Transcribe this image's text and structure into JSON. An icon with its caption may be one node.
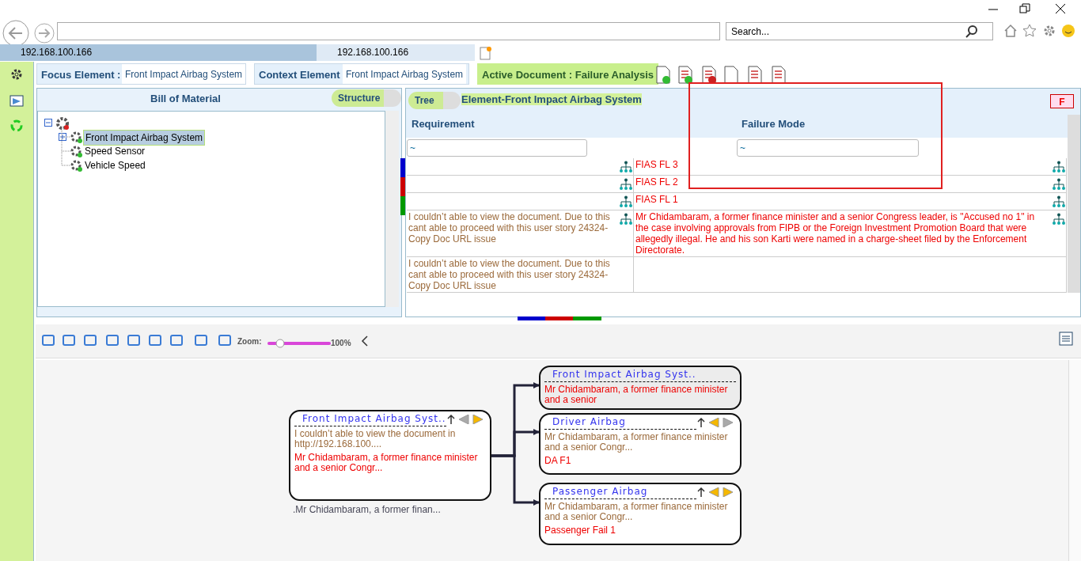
{
  "diagram": {
    "nodes": [
      {
        "text": [
          "Front Impact Airbag Syst..",
          "I couldn’t able to view the document in http://192.168.100....",
          "Mr Chidambaram, a former finance minister and a senior Congr..."
        ],
        "beside": [
          ".Mr Chidambaram, a former finan..."
        ]
      },
      {
        "text": [
          "Front Impact Airbag Syst..",
          "Mr Chidambaram, a former finance minister and a senior"
        ]
      },
      {
        "text": [
          "Driver Airbag",
          "Mr Chidambaram, a former finance minister and a senior Congr...",
          "DA F1"
        ]
      },
      {
        "text": [
          "Passenger Airbag",
          "Mr Chidambaram, a former finance minister and a senior Congr...",
          "Passenger Fail 1"
        ]
      }
    ],
    "edges": [
      {
        "from": 0,
        "to": 1,
        "arrow": "to"
      },
      {
        "from": 0,
        "to": 2,
        "arrow": "to"
      },
      {
        "from": 0,
        "to": 3,
        "arrow": "to"
      }
    ],
    "labels": [
      "192.168.100.166",
      "192.168.100.166",
      "Search...",
      "Focus Element :",
      "Front Impact Airbag System",
      "Context Element",
      "Front Impact Airbag System",
      "Active Document : Failure Analysis",
      "Bill of Material",
      "Structure",
      "Front Impact Airbag System",
      "Speed Sensor",
      "Vehicle Speed",
      "Tree",
      "Element-Front Impact Airbag System",
      "F",
      "Requirement",
      "Failure Mode",
      "~",
      "~",
      "FIAS FL 3",
      "FIAS FL 2",
      "FIAS FL 1",
      "I couldn’t able to view the document. Due to this cant able to proceed with this user story 24324-Copy Doc URL issue",
      "Mr Chidambaram, a former finance minister and a senior Congress leader, is \"Accused no 1\" in the case involving approvals from FIPB or the Foreign Investment Promotion Board that were allegedly illegal. He and his son Karti were named in a charge-sheet filed by the Enforcement Directorate.",
      "I couldn’t able to view the document. Due to this cant able to proceed with this user story 24324-Copy Doc URL issue",
      "Zoom:",
      "100%"
    ]
  }
}
